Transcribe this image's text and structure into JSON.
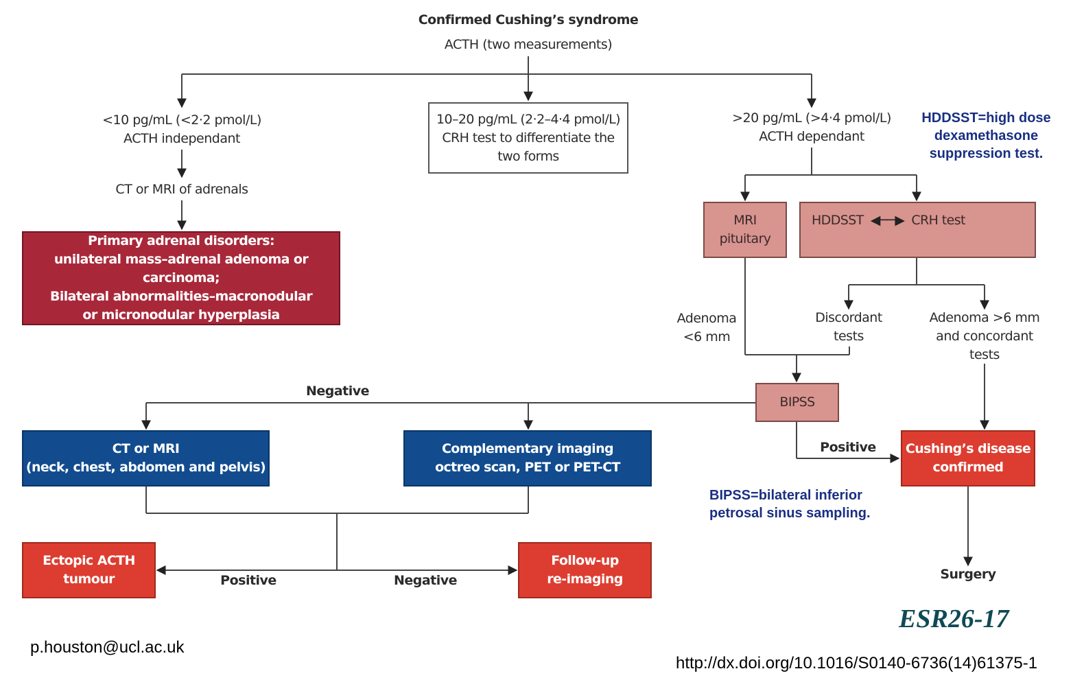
{
  "header": {
    "title": "Confirmed Cushing’s syndrome",
    "subtitle": "ACTH (two measurements)"
  },
  "left": {
    "level": "<10 pg/mL (<2·2 pmol/L)\nACTH independant",
    "imaging": "CT or MRI of adrenals",
    "result_box": "Primary adrenal disorders:\nunilateral mass–adrenal adenoma or carcinoma;\nBilateral abnormalities–macronodular\nor micronodular hyperplasia"
  },
  "middle": {
    "box": "10–20 pg/mL (2·2–4·4 pmol/L)\nCRH test to differentiate the\ntwo forms"
  },
  "right": {
    "level": ">20 pg/mL (>4·4 pmol/L)\nACTH dependant",
    "mri_box": "MRI\npituitary",
    "hddsst": "HDDSST",
    "crh": "CRH test",
    "adenoma_small": "Adenoma\n<6 mm",
    "discordant": "Discordant\ntests",
    "adenoma_large": "Adenoma >6 mm\nand concordant\ntests",
    "bipss": "BIPSS",
    "positive": "Positive",
    "cushings_box": "Cushing’s disease\nconfirmed",
    "surgery": "Surgery"
  },
  "lower": {
    "negative_top": "Negative",
    "ct_box": "CT or MRI\n(neck, chest, abdomen and pelvis)",
    "comp_box": "Complementary imaging\noctreo scan, PET or PET-CT",
    "ectopic_box": "Ectopic ACTH\ntumour",
    "followup_box": "Follow-up\nre-imaging",
    "positive": "Positive",
    "negative": "Negative"
  },
  "notes": {
    "hddsst": "HDDSST=high dose\ndexamethasone\nsuppression test.",
    "bipss": "BIPSS=bilateral inferior\npetrosal sinus sampling."
  },
  "footer": {
    "email": "p.houston@ucl.ac.uk",
    "code": "ESR26-17",
    "doi": "http://dx.doi.org/10.1016/S0140-6736(14)61375-1"
  },
  "colors": {
    "maroon": "#a8283a",
    "pink": "#d8948f",
    "blue": "#124c8f",
    "red": "#dd3d30",
    "note": "#1a2f82"
  }
}
